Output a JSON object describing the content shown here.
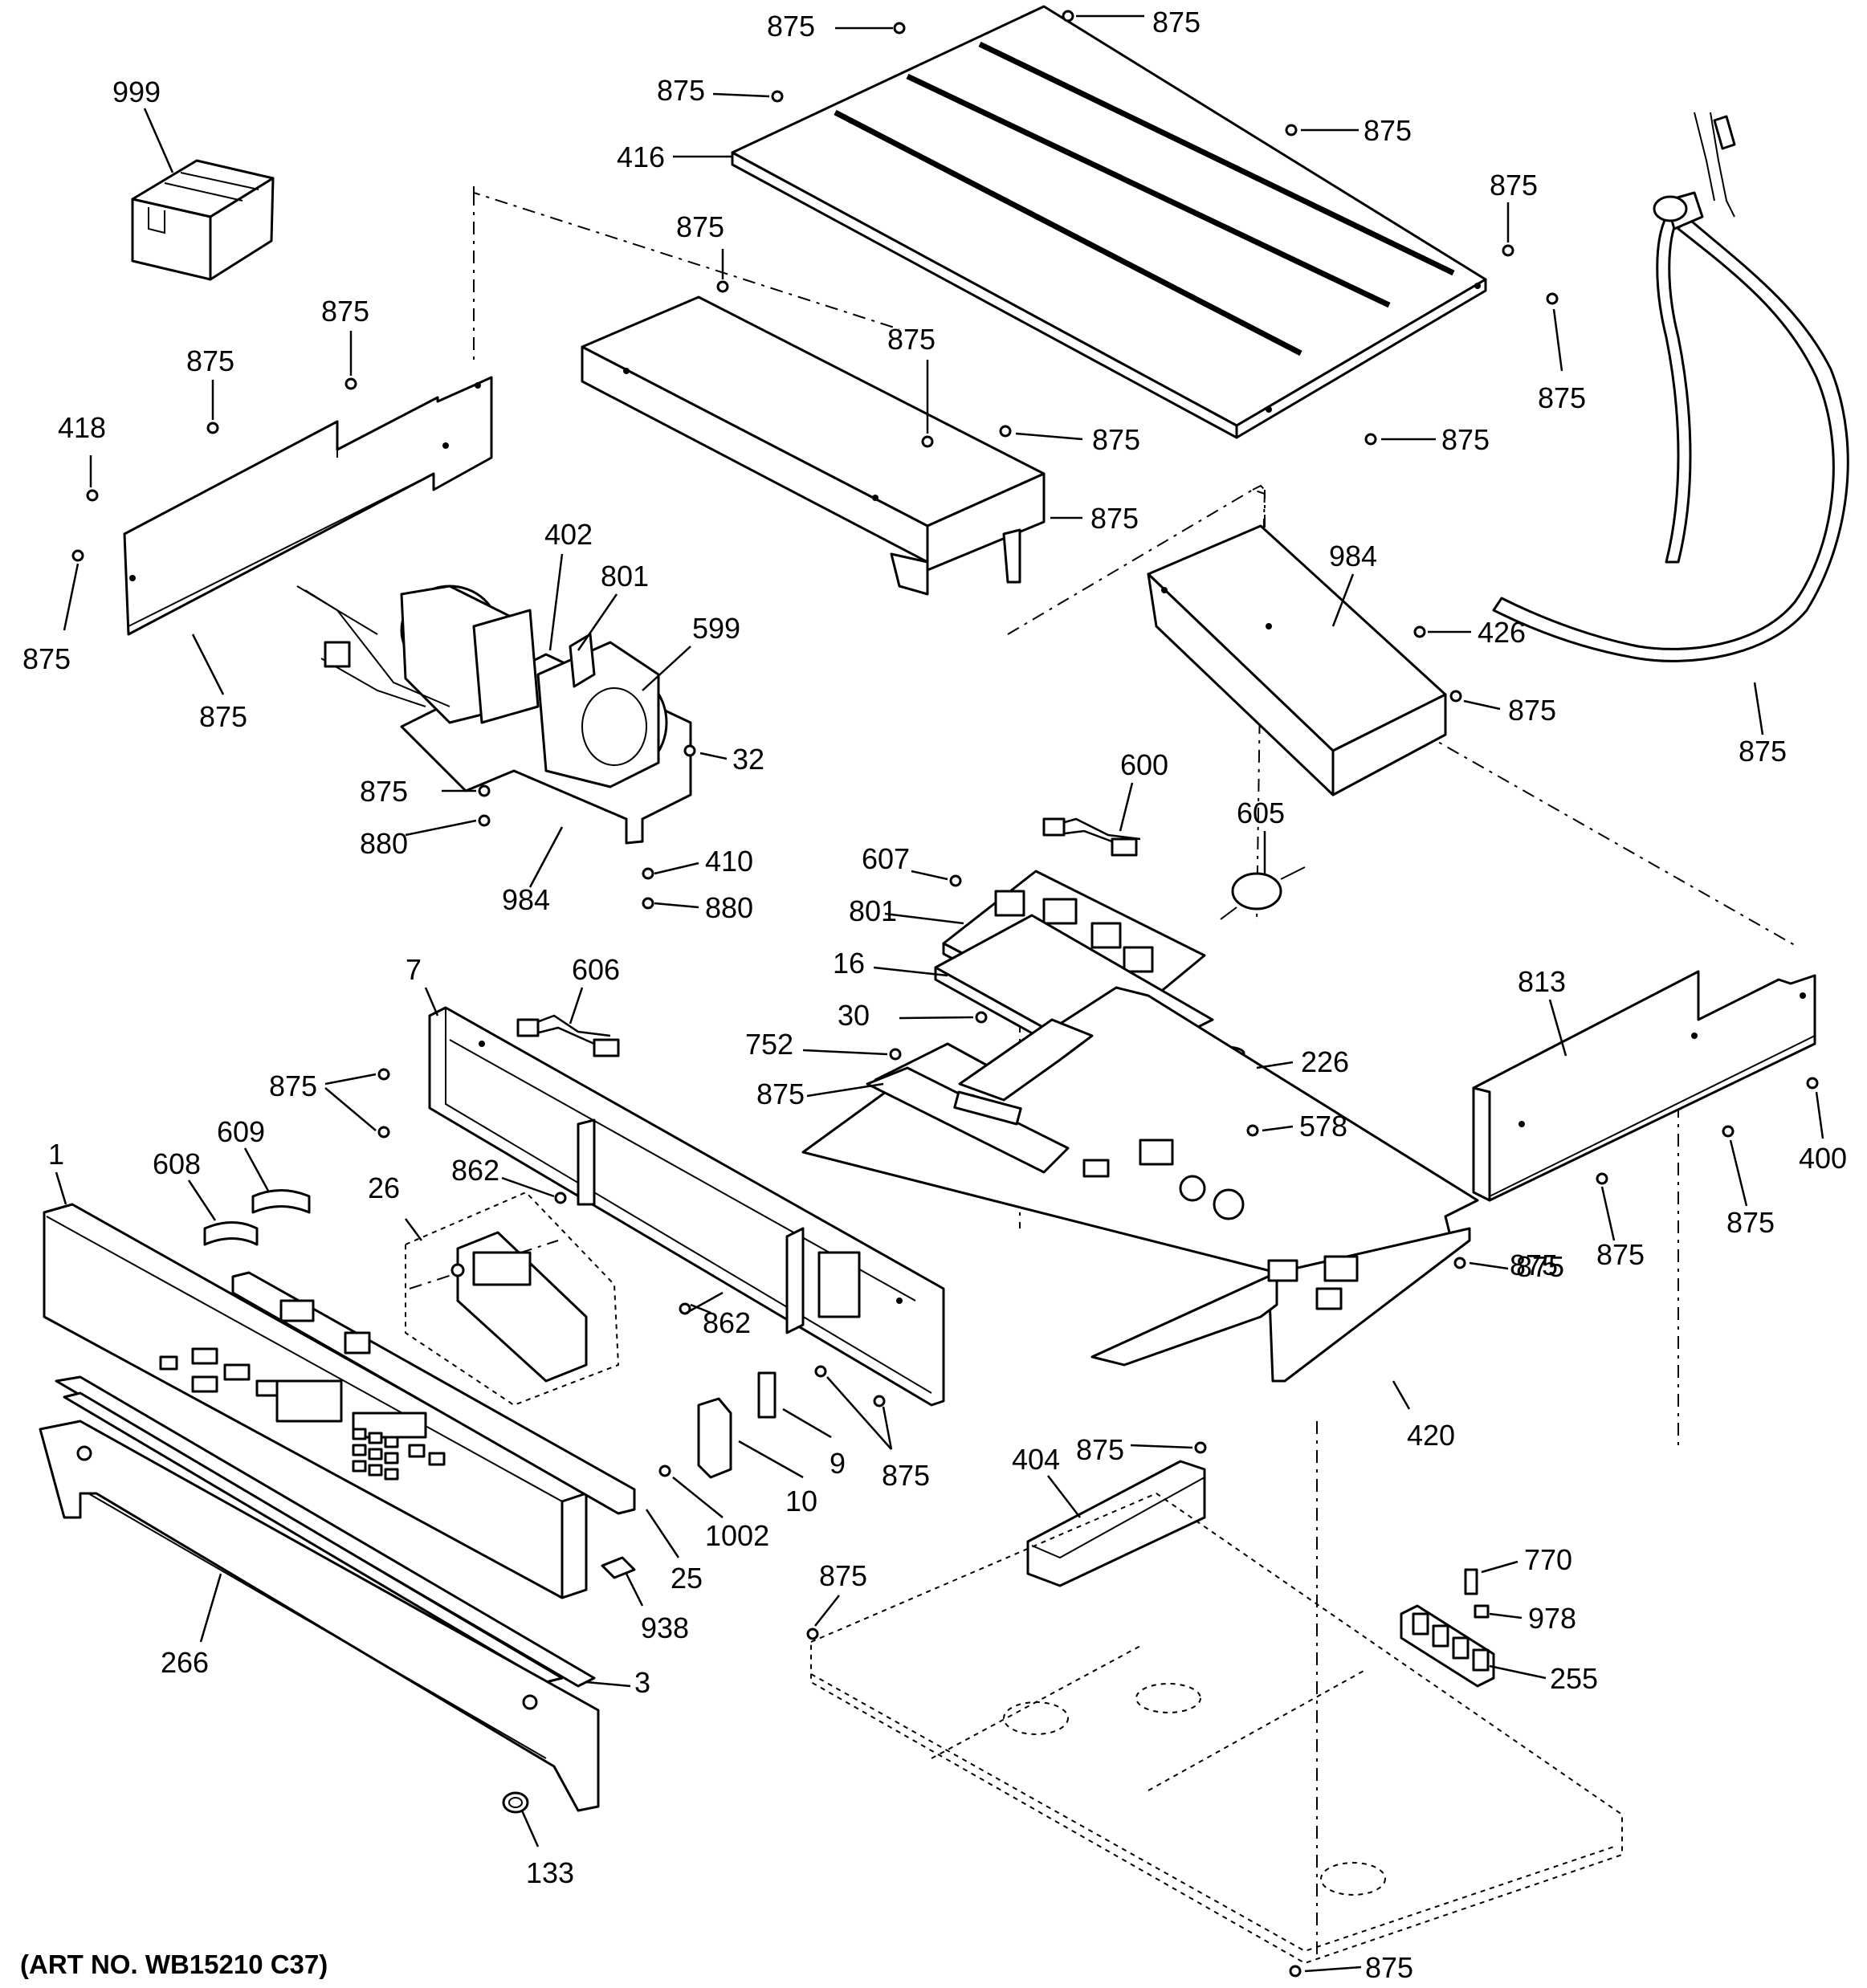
{
  "art_number": "(ART NO. WB15210 C37)",
  "callouts": [
    {
      "text": "999"
    },
    {
      "text": "875"
    },
    {
      "text": "875"
    },
    {
      "text": "875"
    },
    {
      "text": "416"
    },
    {
      "text": "875"
    },
    {
      "text": "875"
    },
    {
      "text": "875"
    },
    {
      "text": "875"
    },
    {
      "text": "875"
    },
    {
      "text": "875"
    },
    {
      "text": "875"
    },
    {
      "text": "875"
    },
    {
      "text": "875"
    },
    {
      "text": "875"
    },
    {
      "text": "418"
    },
    {
      "text": "875"
    },
    {
      "text": "875"
    },
    {
      "text": "402"
    },
    {
      "text": "801"
    },
    {
      "text": "599"
    },
    {
      "text": "32"
    },
    {
      "text": "875"
    },
    {
      "text": "880"
    },
    {
      "text": "984"
    },
    {
      "text": "410"
    },
    {
      "text": "880"
    },
    {
      "text": "984"
    },
    {
      "text": "426"
    },
    {
      "text": "875"
    },
    {
      "text": "875"
    },
    {
      "text": "600"
    },
    {
      "text": "605"
    },
    {
      "text": "607"
    },
    {
      "text": "801"
    },
    {
      "text": "16"
    },
    {
      "text": "30"
    },
    {
      "text": "752"
    },
    {
      "text": "875"
    },
    {
      "text": "226"
    },
    {
      "text": "578"
    },
    {
      "text": "813"
    },
    {
      "text": "400"
    },
    {
      "text": "875"
    },
    {
      "text": "875"
    },
    {
      "text": "875"
    },
    {
      "text": "7"
    },
    {
      "text": "606"
    },
    {
      "text": "875"
    },
    {
      "text": "1"
    },
    {
      "text": "608"
    },
    {
      "text": "609"
    },
    {
      "text": "26"
    },
    {
      "text": "862"
    },
    {
      "text": "862"
    },
    {
      "text": "875"
    },
    {
      "text": "420"
    },
    {
      "text": "10"
    },
    {
      "text": "9"
    },
    {
      "text": "875"
    },
    {
      "text": "1002"
    },
    {
      "text": "25"
    },
    {
      "text": "938"
    },
    {
      "text": "266"
    },
    {
      "text": "3"
    },
    {
      "text": "133"
    },
    {
      "text": "875"
    },
    {
      "text": "404"
    },
    {
      "text": "875"
    },
    {
      "text": "770"
    },
    {
      "text": "978"
    },
    {
      "text": "255"
    },
    {
      "text": "875"
    }
  ]
}
